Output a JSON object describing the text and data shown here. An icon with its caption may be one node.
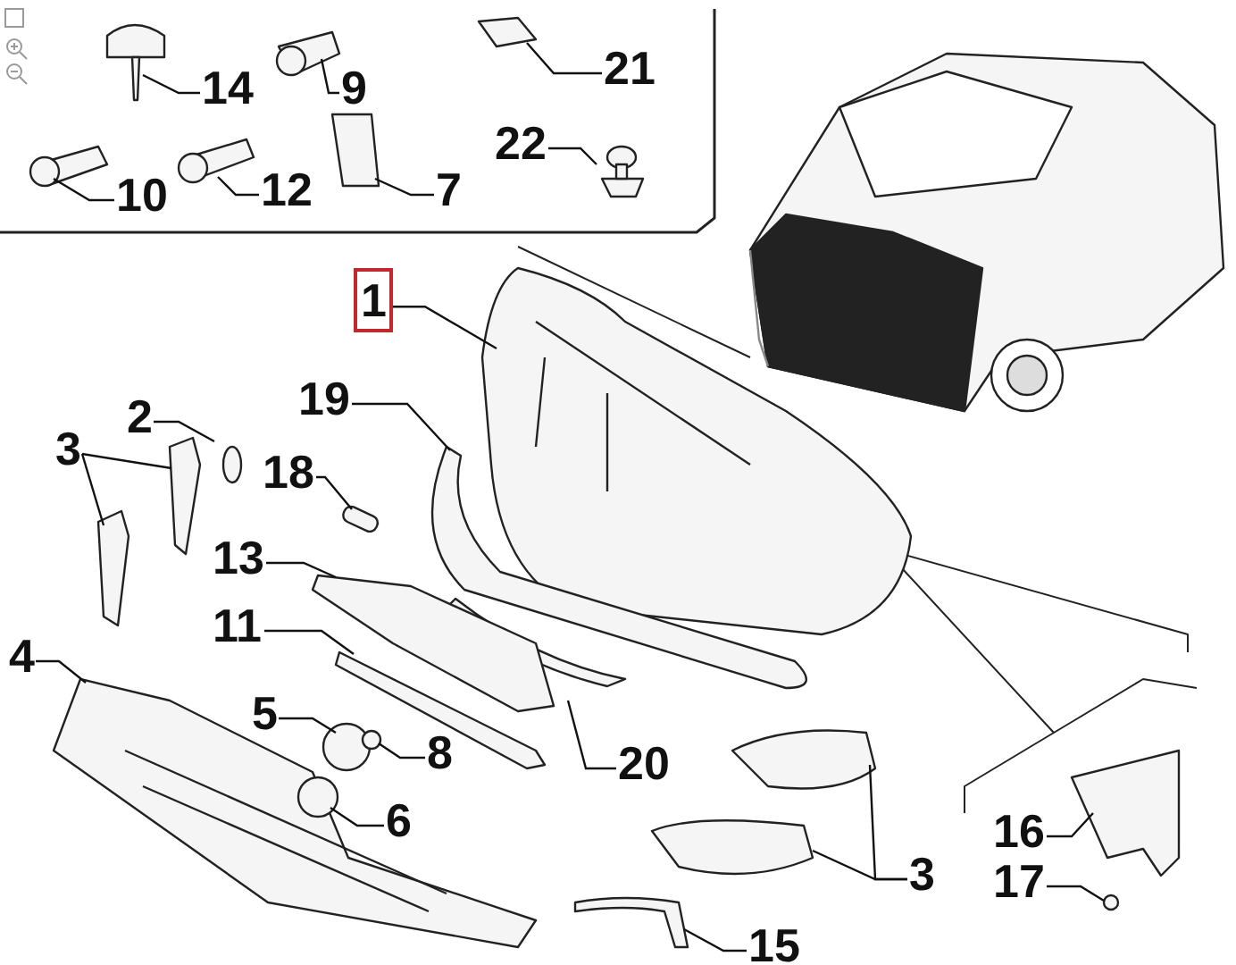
{
  "diagram": {
    "nodes": [
      {
        "text": [
          "14"
        ]
      },
      {
        "text": [
          "9"
        ]
      },
      {
        "text": [
          "21"
        ]
      },
      {
        "text": [
          "10"
        ]
      },
      {
        "text": [
          "12"
        ]
      },
      {
        "text": [
          "7"
        ]
      },
      {
        "text": [
          "22"
        ]
      },
      {
        "text": [
          "1"
        ]
      },
      {
        "text": [
          "19"
        ]
      },
      {
        "text": [
          "2"
        ]
      },
      {
        "text": [
          "18"
        ]
      },
      {
        "text": [
          "3"
        ]
      },
      {
        "text": [
          "13"
        ]
      },
      {
        "text": [
          "11"
        ]
      },
      {
        "text": [
          "4"
        ]
      },
      {
        "text": [
          "5"
        ]
      },
      {
        "text": [
          "8"
        ]
      },
      {
        "text": [
          "20"
        ]
      },
      {
        "text": [
          "6"
        ]
      },
      {
        "text": [
          "3"
        ]
      },
      {
        "text": [
          "16"
        ]
      },
      {
        "text": [
          "17"
        ]
      },
      {
        "text": [
          "15"
        ]
      }
    ],
    "edges": [
      {
        "from": 0,
        "to": null,
        "arrow": "none"
      },
      {
        "from": 1,
        "to": null,
        "arrow": "none"
      },
      {
        "from": 2,
        "to": null,
        "arrow": "none"
      },
      {
        "from": 3,
        "to": null,
        "arrow": "none"
      },
      {
        "from": 4,
        "to": null,
        "arrow": "none"
      },
      {
        "from": 5,
        "to": null,
        "arrow": "none"
      },
      {
        "from": 6,
        "to": null,
        "arrow": "none"
      },
      {
        "from": 7,
        "to": null,
        "arrow": "none"
      },
      {
        "from": 8,
        "to": null,
        "arrow": "none"
      },
      {
        "from": 9,
        "to": null,
        "arrow": "none"
      },
      {
        "from": 10,
        "to": null,
        "arrow": "none"
      },
      {
        "from": 11,
        "to": null,
        "arrow": "none"
      },
      {
        "from": 11,
        "to": null,
        "arrow": "none"
      },
      {
        "from": 12,
        "to": null,
        "arrow": "none"
      },
      {
        "from": 13,
        "to": null,
        "arrow": "none"
      },
      {
        "from": 14,
        "to": null,
        "arrow": "none"
      },
      {
        "from": 15,
        "to": null,
        "arrow": "none"
      },
      {
        "from": 16,
        "to": null,
        "arrow": "none"
      },
      {
        "from": 17,
        "to": null,
        "arrow": "none"
      },
      {
        "from": 18,
        "to": null,
        "arrow": "none"
      },
      {
        "from": 19,
        "to": null,
        "arrow": "none"
      },
      {
        "from": 19,
        "to": null,
        "arrow": "none"
      },
      {
        "from": 20,
        "to": null,
        "arrow": "none"
      },
      {
        "from": 21,
        "to": null,
        "arrow": "none"
      },
      {
        "from": 22,
        "to": null,
        "arrow": "none"
      }
    ]
  }
}
